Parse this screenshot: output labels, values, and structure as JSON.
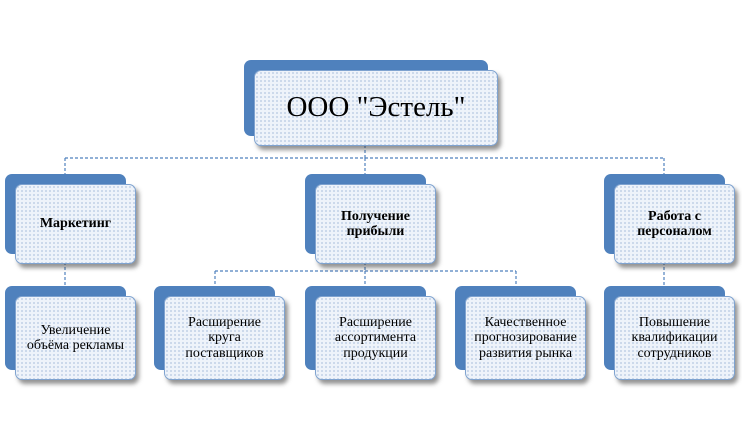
{
  "diagram": {
    "root": {
      "label": "ООО \"Эстель\""
    },
    "branches": [
      {
        "label": "Маркетинг",
        "children": [
          {
            "label": "Увеличение\nобъёма рекламы"
          }
        ]
      },
      {
        "label": "Получение\nприбыли",
        "children": [
          {
            "label": "Расширение круга\nпоставщиков"
          },
          {
            "label": "Расширение\nассортимента\nпродукции"
          },
          {
            "label": "Качественное\nпрогнозирование\nразвития рынка"
          }
        ]
      },
      {
        "label": "Работа с\nперсоналом",
        "children": [
          {
            "label": "Повышение\nквалификации\nсотрудников"
          }
        ]
      }
    ],
    "colors": {
      "box_back": "#4f81bd",
      "box_front": "#eef3fa",
      "connector": "#4f81bd"
    }
  }
}
